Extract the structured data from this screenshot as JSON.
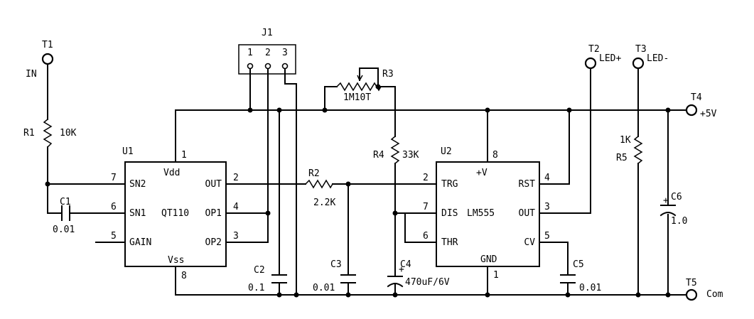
{
  "terminals": {
    "t1": {
      "ref": "T1",
      "label": "IN"
    },
    "t2": {
      "ref": "T2",
      "label": "LED+"
    },
    "t3": {
      "ref": "T3",
      "label": "LED-"
    },
    "t4": {
      "ref": "T4",
      "label": "+5V"
    },
    "t5": {
      "ref": "T5",
      "label": "Com"
    }
  },
  "connector_j1": {
    "ref": "J1",
    "pins": [
      "1",
      "2",
      "3"
    ]
  },
  "resistors": {
    "r1": {
      "ref": "R1",
      "value": "10K"
    },
    "r2": {
      "ref": "R2",
      "value": "2.2K"
    },
    "r3": {
      "ref": "R3",
      "value": "1M10T"
    },
    "r4": {
      "ref": "R4",
      "value": "33K"
    },
    "r5": {
      "ref": "R5",
      "value": "1K"
    }
  },
  "capacitors": {
    "c1": {
      "ref": "C1",
      "value": "0.01"
    },
    "c2": {
      "ref": "C2",
      "value": "0.1"
    },
    "c3": {
      "ref": "C3",
      "value": "0.01"
    },
    "c4": {
      "ref": "C4",
      "value": "470uF/6V"
    },
    "c5": {
      "ref": "C5",
      "value": "0.01"
    },
    "c6": {
      "ref": "C6",
      "value": "1.0"
    }
  },
  "u1": {
    "ref": "U1",
    "part": "QT110",
    "pins": {
      "vdd": {
        "num": "1",
        "name": "Vdd"
      },
      "sn2": {
        "num": "7",
        "name": "SN2"
      },
      "sn1": {
        "num": "6",
        "name": "SN1"
      },
      "gain": {
        "num": "5",
        "name": "GAIN"
      },
      "out": {
        "num": "2",
        "name": "OUT"
      },
      "op1": {
        "num": "4",
        "name": "OP1"
      },
      "op2": {
        "num": "3",
        "name": "OP2"
      },
      "vss": {
        "num": "8",
        "name": "Vss"
      }
    }
  },
  "u2": {
    "ref": "U2",
    "part": "LM555",
    "pins": {
      "v": {
        "num": "8",
        "name": "+V"
      },
      "trg": {
        "num": "2",
        "name": "TRG"
      },
      "dis": {
        "num": "7",
        "name": "DIS"
      },
      "thr": {
        "num": "6",
        "name": "THR"
      },
      "rst": {
        "num": "4",
        "name": "RST"
      },
      "out": {
        "num": "3",
        "name": "OUT"
      },
      "cv": {
        "num": "5",
        "name": "CV"
      },
      "gnd": {
        "num": "1",
        "name": "GND"
      }
    }
  },
  "polarity_mark": "+"
}
